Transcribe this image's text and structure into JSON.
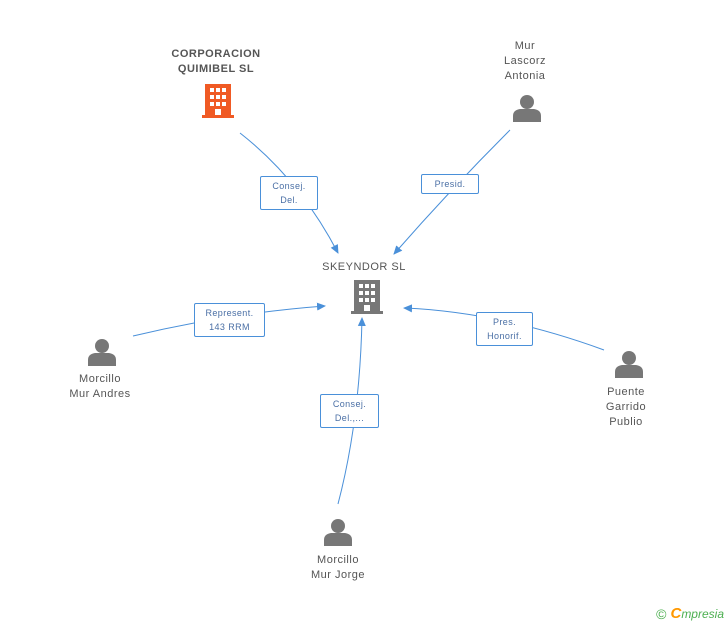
{
  "colors": {
    "edge": "#4a90d9",
    "person": "#777777",
    "company": "#777777",
    "company_highlight": "#f05a24"
  },
  "nodes": {
    "center": {
      "label": "SKEYNDOR SL",
      "icon": "building-icon"
    },
    "corporacion": {
      "label": "CORPORACION\nQUIMIBEL  SL",
      "icon": "building-icon"
    },
    "mur_lascorz": {
      "label": "Mur\nLascorz\nAntonia",
      "icon": "person-icon"
    },
    "morcillo_andres": {
      "label": "Morcillo\nMur Andres",
      "icon": "person-icon"
    },
    "puente": {
      "label": "Puente\nGarrido\nPublio",
      "icon": "person-icon"
    },
    "morcillo_jorge": {
      "label": "Morcillo\nMur Jorge",
      "icon": "person-icon"
    }
  },
  "edges": {
    "corporacion": "Consej.\nDel.",
    "mur_lascorz": "Presid.",
    "morcillo_andres": "Represent.\n143 RRM",
    "puente": "Pres.\nHonorif.",
    "morcillo_jorge": "Consej.\nDel.,..."
  },
  "footer": {
    "copyright": "©",
    "brand_initial": "C",
    "brand_rest": "mpresia"
  }
}
